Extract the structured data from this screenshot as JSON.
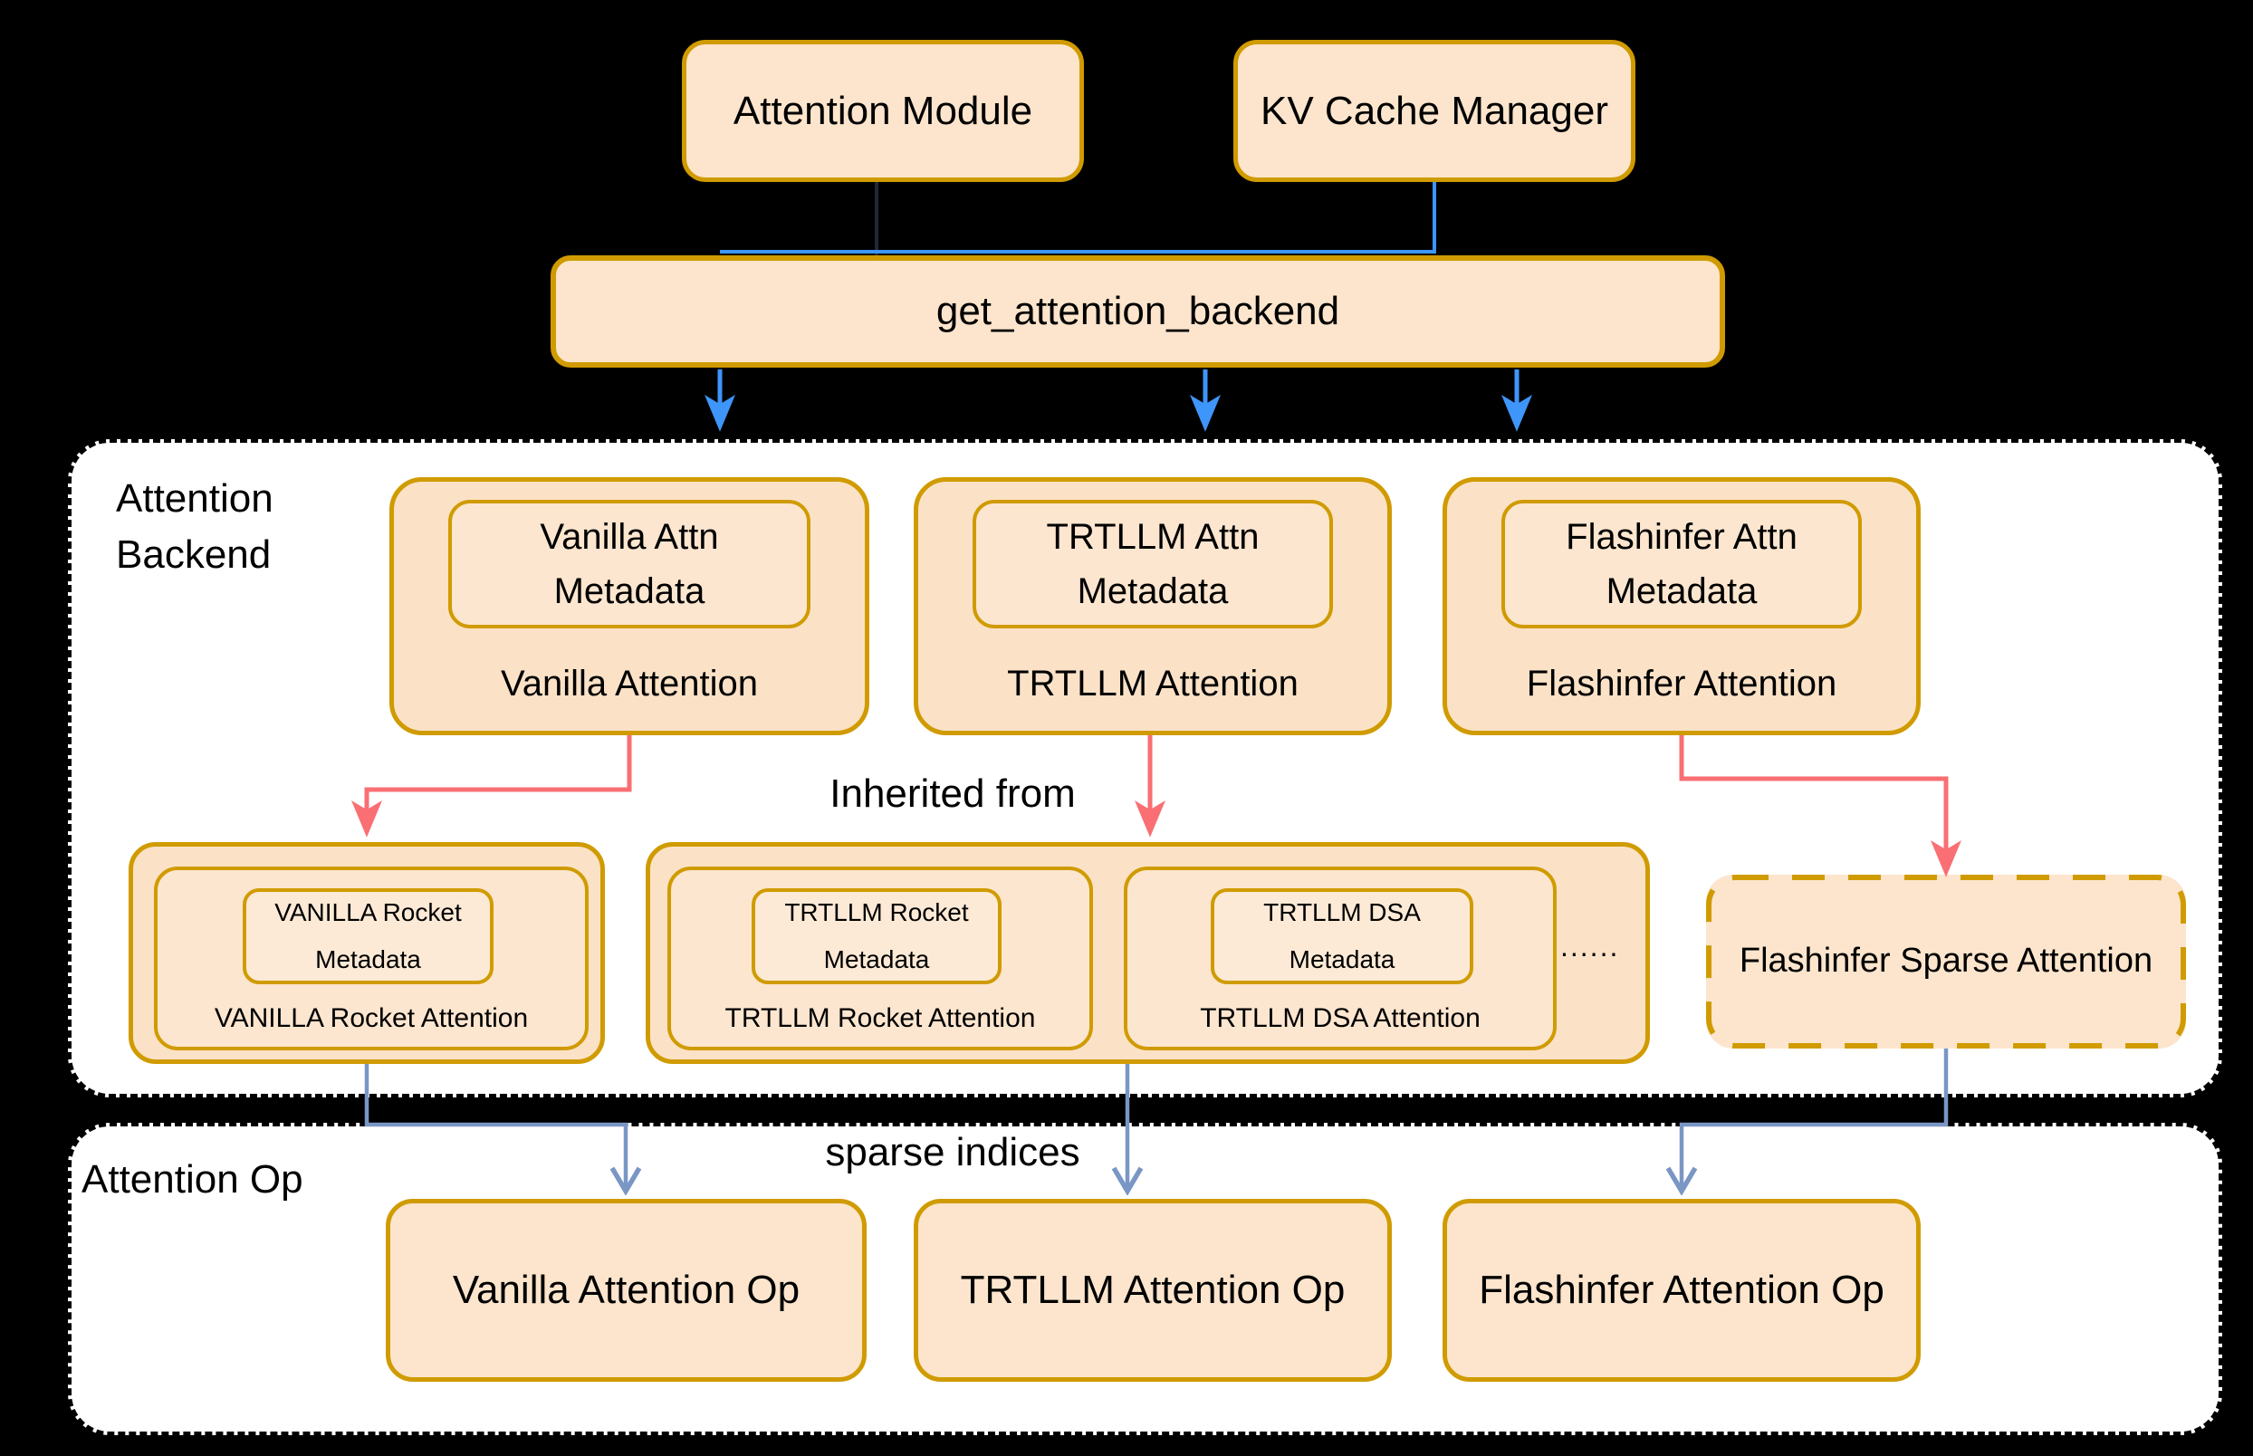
{
  "top": {
    "attention_module": "Attention Module",
    "kv_cache_manager": "KV Cache Manager",
    "get_attention_backend": "get_attention_backend"
  },
  "backend_section": {
    "label": "Attention\nBackend",
    "inherited_from": "Inherited from",
    "backends": [
      {
        "metadata": "Vanilla Attn Metadata",
        "label": "Vanilla Attention"
      },
      {
        "metadata": "TRTLLM Attn Metadata",
        "label": "TRTLLM Attention"
      },
      {
        "metadata": "Flashinfer Attn Metadata",
        "label": "Flashinfer Attention"
      }
    ],
    "derived": {
      "vanilla_rocket": {
        "metadata": "VANILLA Rocket Metadata",
        "label": "VANILLA Rocket Attention"
      },
      "trtllm_group": [
        {
          "metadata": "TRTLLM Rocket Metadata",
          "label": "TRTLLM Rocket Attention"
        },
        {
          "metadata": "TRTLLM DSA Metadata",
          "label": "TRTLLM DSA Attention"
        }
      ],
      "ellipsis": "......",
      "flashinfer_sparse": "Flashinfer Sparse Attention"
    }
  },
  "op_section": {
    "label": "Attention Op",
    "sparse_indices": "sparse indices",
    "ops": [
      "Vanilla Attention Op",
      "TRTLLM Attention Op",
      "Flashinfer Attention Op"
    ]
  },
  "colors": {
    "background": "#000000",
    "box_fill": "#FCE5CC",
    "box_border": "#D09B00",
    "container_fill": "#FFFFFF",
    "arrow_blue": "#3E95FA",
    "arrow_red": "#F96F73",
    "arrow_slate": "#7A96C5"
  }
}
